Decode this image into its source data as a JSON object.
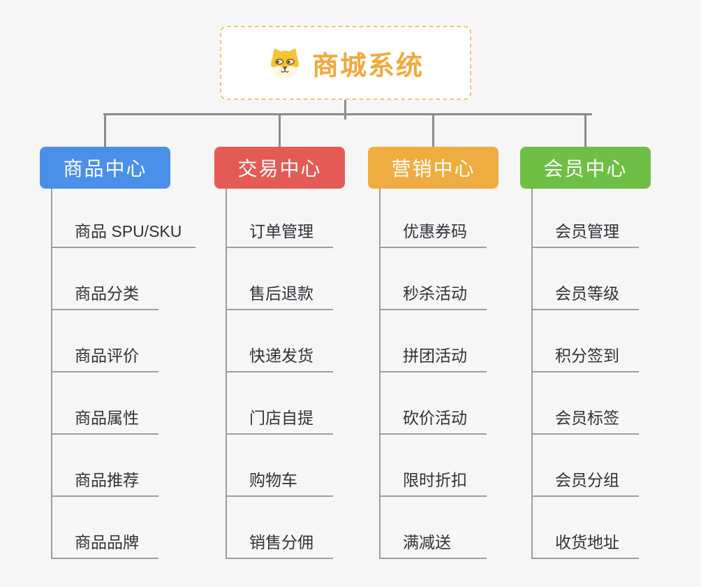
{
  "background_color": "#f6f6f6",
  "connector_color": "#8c8c8c",
  "leaf_line_color": "#9e9e9e",
  "leaf_text_color": "#2f3338",
  "root": {
    "title": "商城系统",
    "icon": "dog-icon",
    "title_color": "#f2a93c",
    "border_color": "#f3c577",
    "background": "#ffffff"
  },
  "branches": [
    {
      "label": "商品中心",
      "color": "#4a90e8",
      "children": [
        "商品 SPU/SKU",
        "商品分类",
        "商品评价",
        "商品属性",
        "商品推荐",
        "商品品牌"
      ]
    },
    {
      "label": "交易中心",
      "color": "#e45b55",
      "children": [
        "订单管理",
        "售后退款",
        "快递发货",
        "门店自提",
        "购物车",
        "销售分佣"
      ]
    },
    {
      "label": "营销中心",
      "color": "#efad41",
      "children": [
        "优惠券码",
        "秒杀活动",
        "拼团活动",
        "砍价活动",
        "限时折扣",
        "满减送"
      ]
    },
    {
      "label": "会员中心",
      "color": "#6fbe45",
      "children": [
        "会员管理",
        "会员等级",
        "积分签到",
        "会员标签",
        "会员分组",
        "收货地址"
      ]
    }
  ]
}
